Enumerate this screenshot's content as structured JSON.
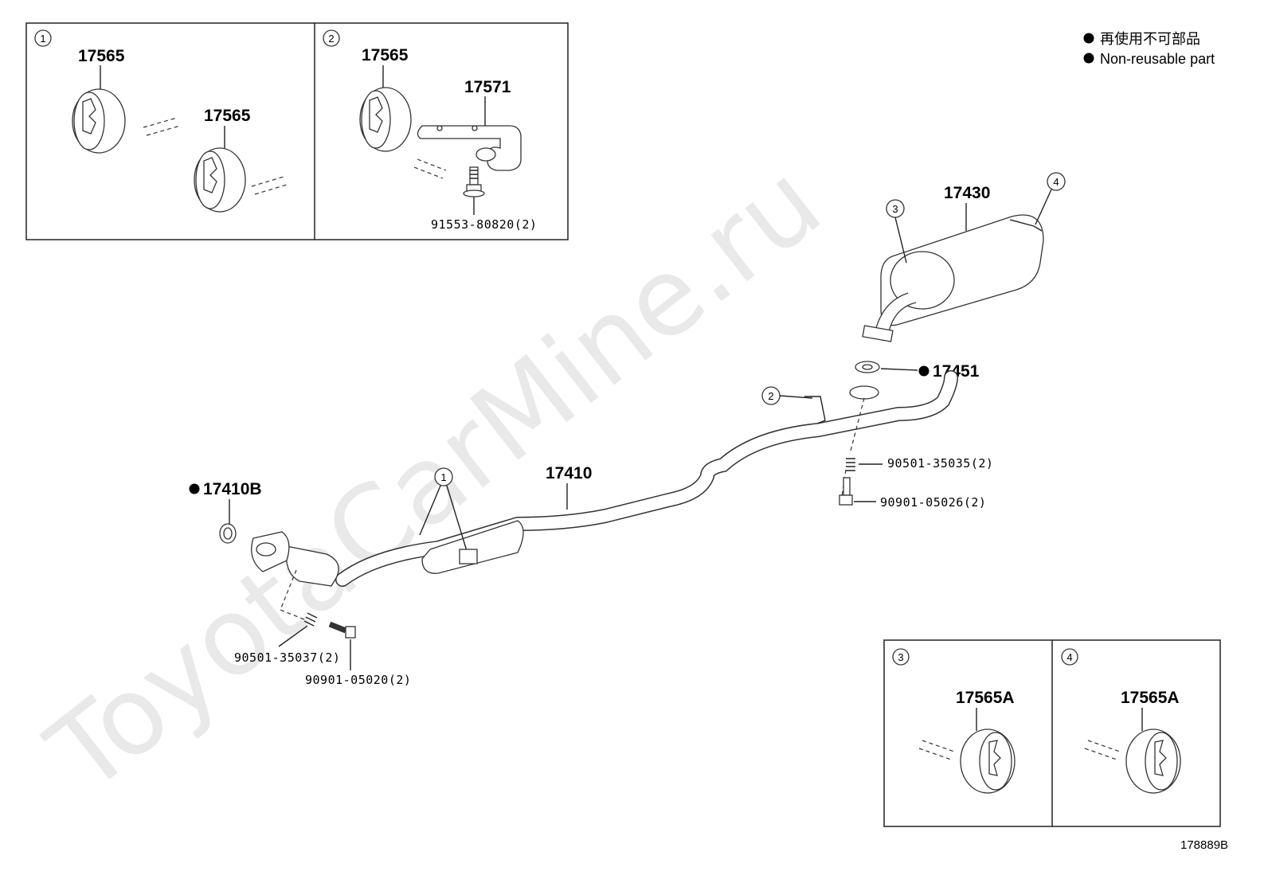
{
  "watermark": "ToyotaCarMine.ru",
  "figure_id": "178889B",
  "legend": {
    "jp": "再使用不可部品",
    "en": "Non-reusable part"
  },
  "callouts": {
    "c1": "1",
    "c2": "2",
    "c3": "3",
    "c4": "4"
  },
  "detail_1": {
    "tag": "1",
    "part_a": "17565",
    "part_b": "17565"
  },
  "detail_2": {
    "tag": "2",
    "part_a": "17565",
    "part_b": "17571",
    "bolt": "91553-80820(2)"
  },
  "detail_3": {
    "tag": "3",
    "part": "17565A"
  },
  "detail_4": {
    "tag": "4",
    "part": "17565A"
  },
  "main": {
    "muffler": "17430",
    "gasket_rear": "17451",
    "spring_rear": "90501-35035(2)",
    "bolt_rear": "90901-05026(2)",
    "pipe": "17410",
    "gasket_front": "17410B",
    "spring_front": "90501-35037(2)",
    "bolt_front": "90901-05020(2)"
  }
}
